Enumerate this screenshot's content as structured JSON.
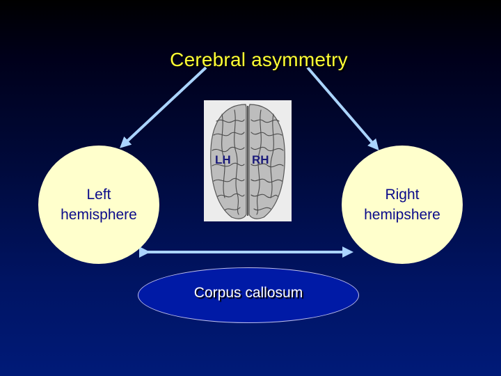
{
  "title": "Cerebral asymmetry",
  "left_node": {
    "label": "Left\nhemisphere"
  },
  "right_node": {
    "label": "Right\nhemipshere"
  },
  "brain": {
    "left_label": "LH",
    "right_label": "RH"
  },
  "bottom_node": {
    "label": "Corpus callosum"
  },
  "colors": {
    "title": "#ffff33",
    "node_fill": "#ffffcc",
    "node_text": "#0a0a8a",
    "arrow": "#aad4ff",
    "corpus_fill": "#001aa6"
  }
}
